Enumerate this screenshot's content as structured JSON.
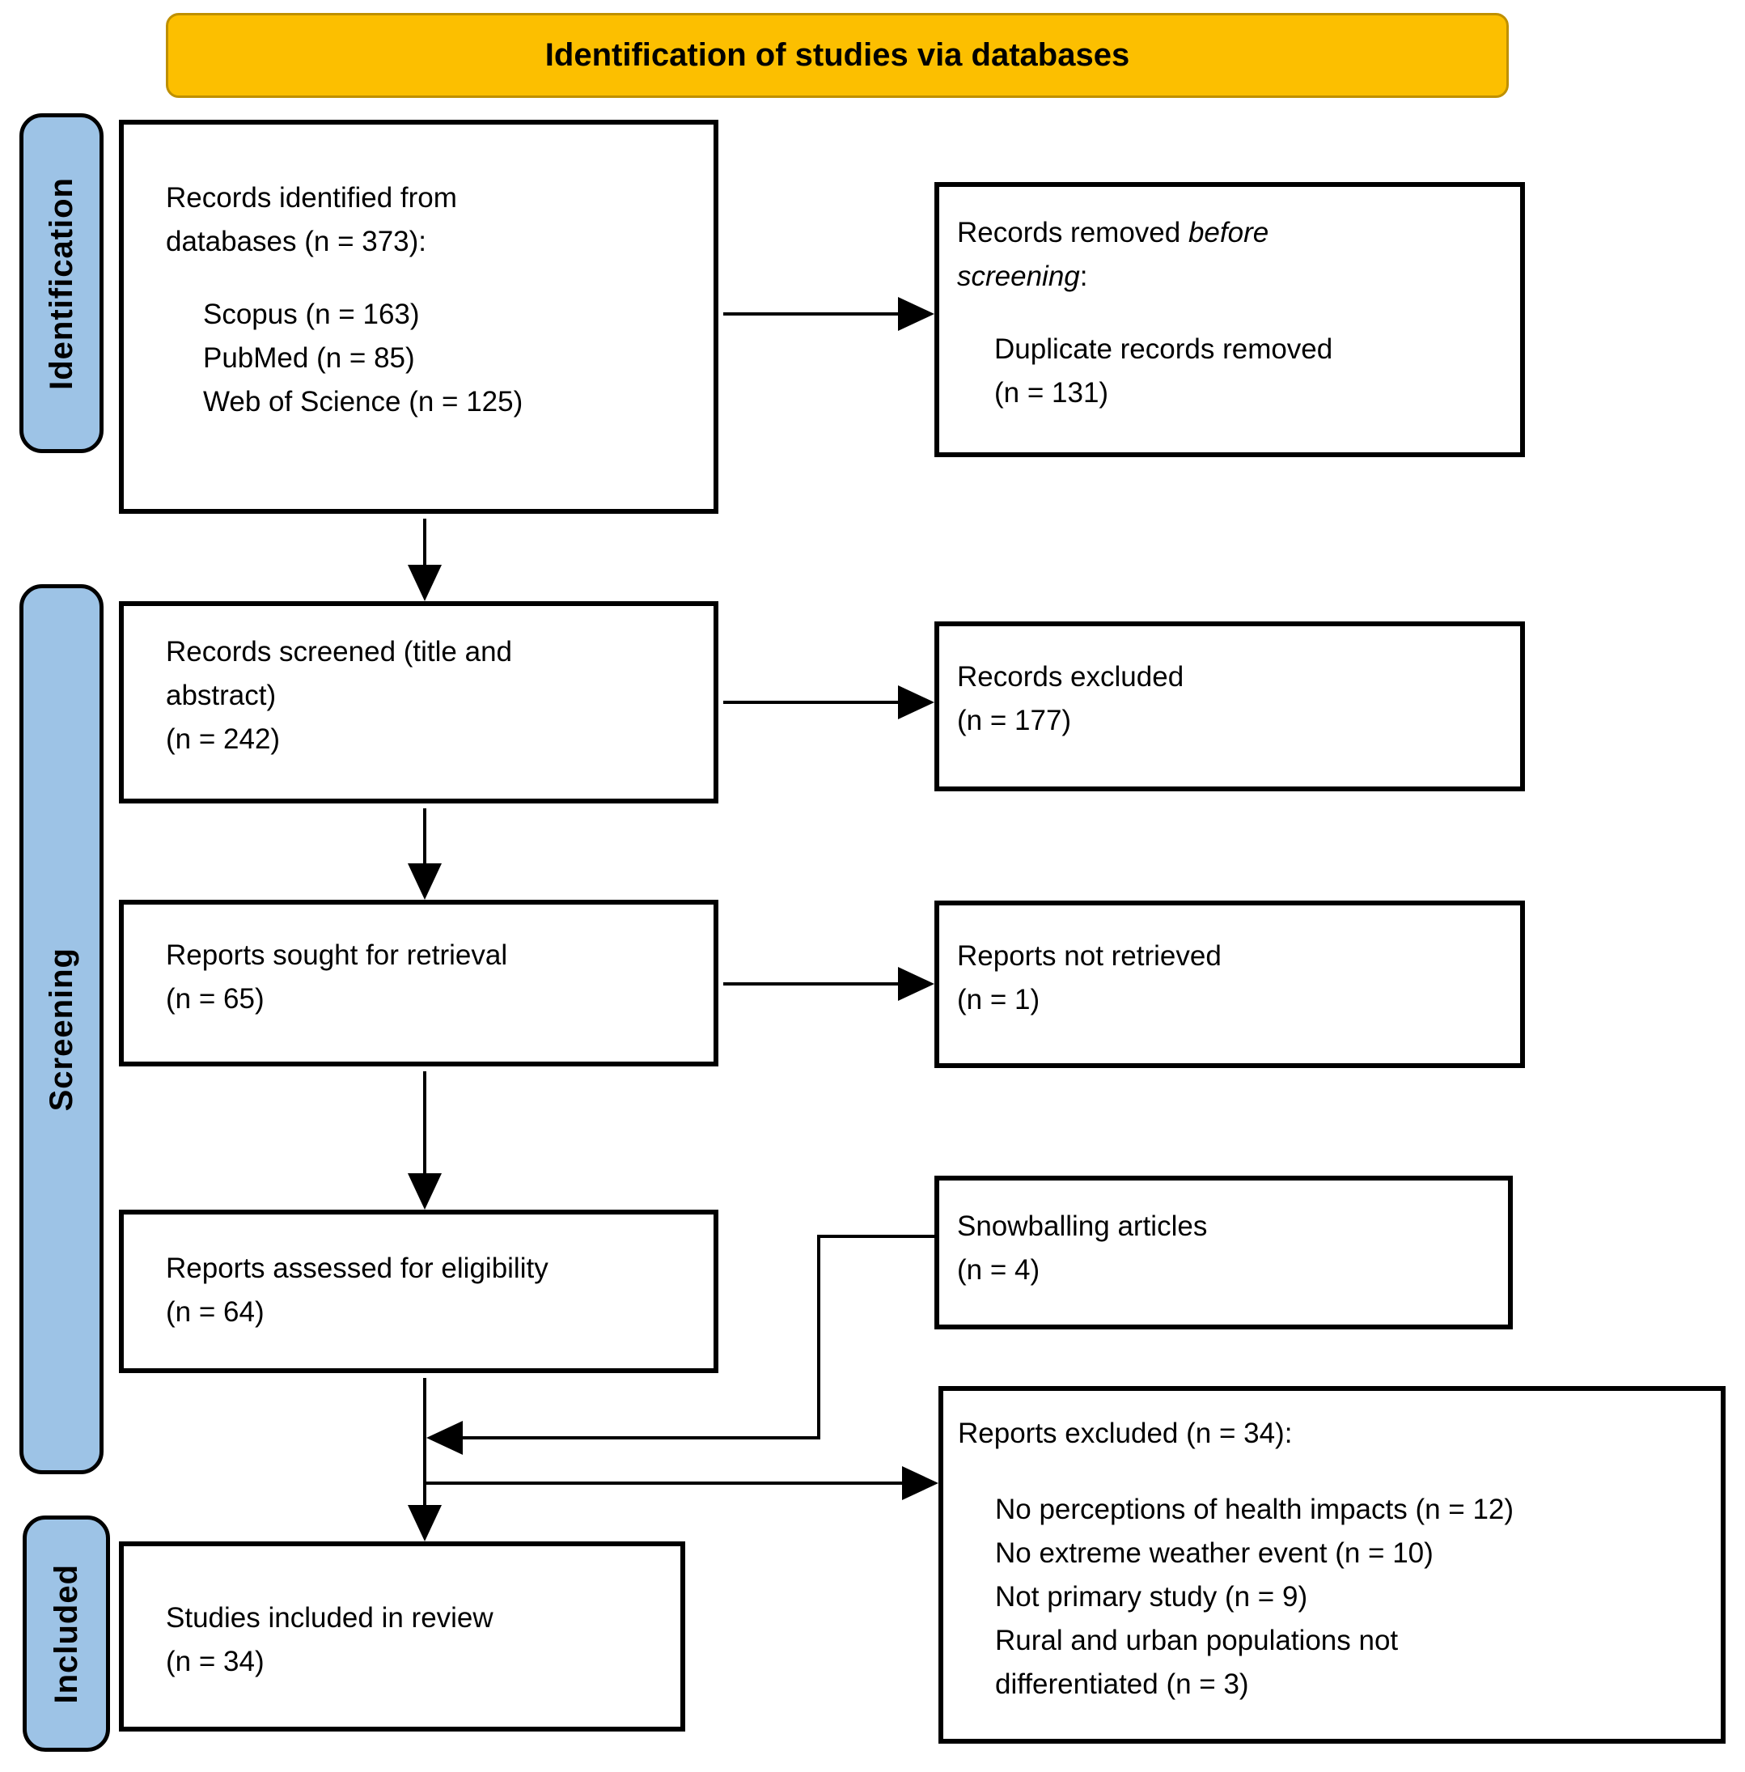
{
  "header": {
    "title": "Identification of studies via databases"
  },
  "stages": {
    "identification": "Identification",
    "screening": "Screening",
    "included": "Included"
  },
  "boxes": {
    "records_identified": {
      "title_lines": [
        "Records identified from",
        "databases (n = 373):"
      ],
      "items": [
        "Scopus (n = 163)",
        "PubMed (n = 85)",
        "Web of Science (n = 125)"
      ]
    },
    "records_removed": {
      "l1_normal": "Records removed ",
      "l1_italic": "before",
      "l2_italic": "screening",
      "l2_normal": ":",
      "items": [
        "Duplicate records removed",
        "(n = 131)"
      ]
    },
    "records_screened": {
      "lines": [
        "Records screened (title and",
        "abstract)",
        "(n = 242)"
      ]
    },
    "records_excluded": {
      "lines": [
        "Records excluded",
        "(n = 177)"
      ]
    },
    "reports_sought": {
      "lines": [
        "Reports sought for retrieval",
        "(n = 65)"
      ]
    },
    "reports_not_retrieved": {
      "lines": [
        "Reports not retrieved",
        "(n = 1)"
      ]
    },
    "reports_assessed": {
      "lines": [
        "Reports assessed for eligibility",
        "(n = 64)"
      ]
    },
    "snowballing": {
      "lines": [
        "Snowballing articles",
        "(n = 4)"
      ]
    },
    "reports_excluded": {
      "title": "Reports excluded (n = 34):",
      "items": [
        "No perceptions of health impacts (n = 12)",
        "No extreme weather event (n = 10)",
        "Not primary study (n = 9)",
        "Rural and urban populations not",
        "differentiated (n = 3)"
      ]
    },
    "studies_included": {
      "lines": [
        "Studies included in review",
        "(n = 34)"
      ]
    }
  },
  "colors": {
    "banner_fill": "#FCBF00",
    "stage_fill": "#9DC3E6",
    "line_color": "#000000"
  }
}
